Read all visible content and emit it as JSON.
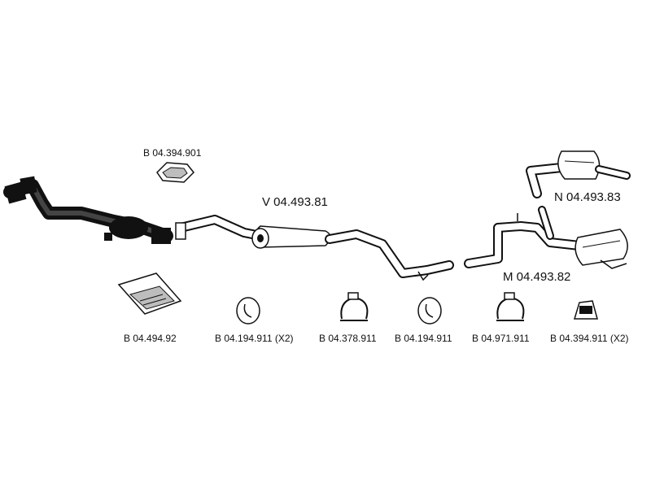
{
  "parts": {
    "gasket_top": "B 04.394.901",
    "front_silencer": "V 04.493.81",
    "rear_silencer_n": "N 04.493.83",
    "rear_silencer_m": "M 04.493.82",
    "mounting_kit": "B 04.494.92",
    "rubber_1": "B 04.194.911 (X2)",
    "clamp_1": "B 04.378.911",
    "rubber_2": "B 04.194.911",
    "clamp_2": "B 04.971.911",
    "rubber_3": "B 04.394.911 (X2)"
  },
  "colors": {
    "ink": "#111111",
    "paper": "#ffffff",
    "shade": "#bdbdbd"
  }
}
